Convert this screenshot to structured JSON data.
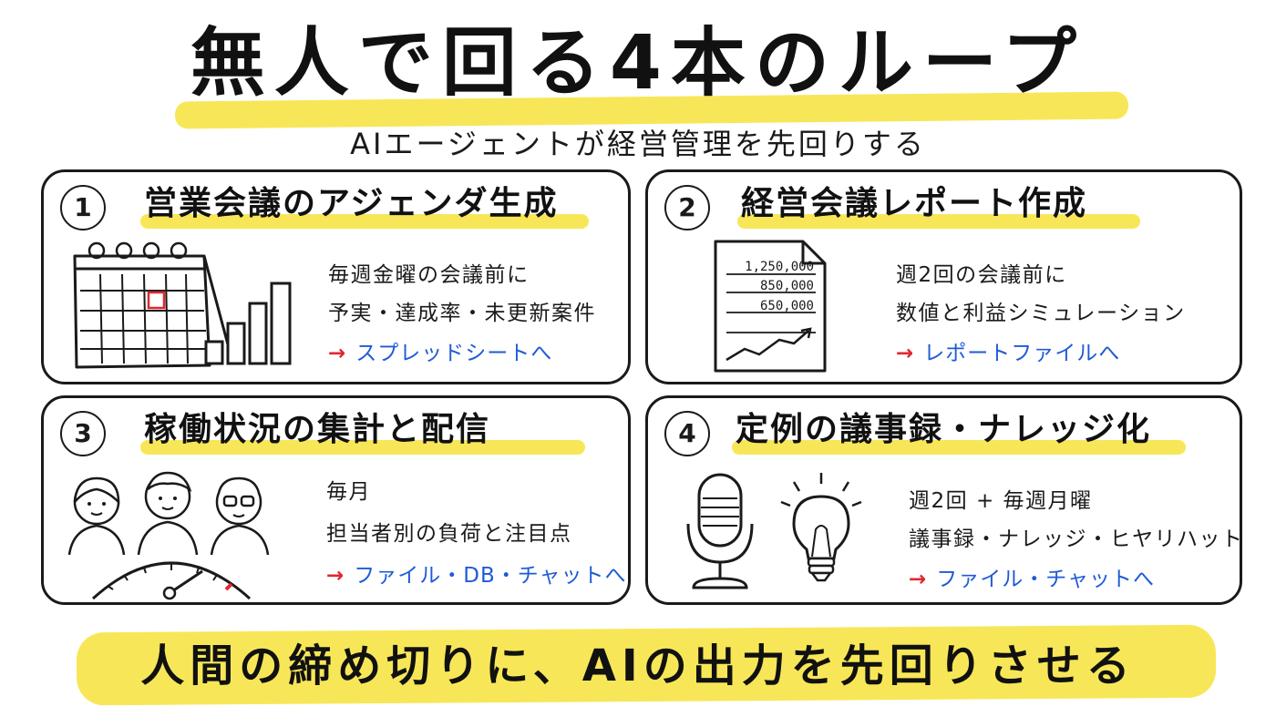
{
  "title": "無人で回る4本のループ",
  "subtitle": "AIエージェントが経営管理を先回りする",
  "cards": [
    {
      "number": "1",
      "heading": "営業会議のアジェンダ生成",
      "lines": [
        "毎週金曜の会議前に",
        "予実・達成率・未更新案件"
      ],
      "link": "スプレッドシートへ"
    },
    {
      "number": "2",
      "heading": "経営会議レポート作成",
      "lines": [
        "週2回の会議前に",
        "数値と利益シミュレーション"
      ],
      "link": "レポートファイルへ",
      "report_values": [
        "1,250,000",
        "850,000",
        "650,000"
      ]
    },
    {
      "number": "3",
      "heading": "稼働状況の集計と配信",
      "lines": [
        "毎月",
        "担当者別の負荷と注目点"
      ],
      "link": "ファイル・DB・チャットへ"
    },
    {
      "number": "4",
      "heading": "定例の議事録・ナレッジ化",
      "lines": [
        "週2回 + 毎週月曜",
        "議事録・ナレッジ・ヒヤリハット"
      ],
      "link": "ファイル・チャットへ"
    }
  ],
  "arrow_glyph": "→",
  "footer": "人間の締め切りに、AIの出力を先回りさせる",
  "colors": {
    "highlight": "#f7e758",
    "arrow": "#e0282f",
    "link": "#1f5bd6",
    "ink": "#1a1a1a"
  },
  "icons": [
    "calendar-icon",
    "bar-chart-icon",
    "report-document-icon",
    "people-icon",
    "gauge-icon",
    "microphone-icon",
    "lightbulb-icon"
  ]
}
